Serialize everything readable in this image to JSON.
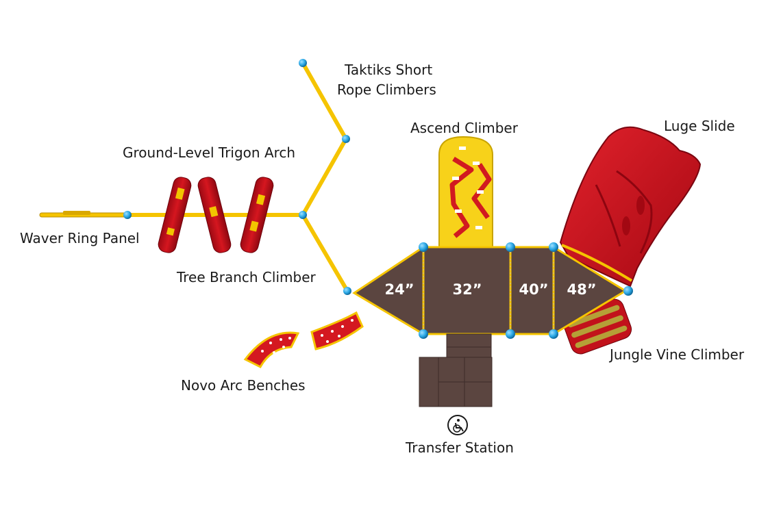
{
  "labels": {
    "taktiks_line1": "Taktiks Short",
    "taktiks_line2": "Rope Climbers",
    "ascend": "Ascend Climber",
    "luge": "Luge Slide",
    "trigon": "Ground-Level Trigon Arch",
    "waver": "Waver Ring Panel",
    "tree_branch": "Tree Branch Climber",
    "novo": "Novo Arc Benches",
    "jungle_vine": "Jungle Vine Climber",
    "transfer": "Transfer Station"
  },
  "deck_heights": [
    "24”",
    "32”",
    "40”",
    "48”"
  ],
  "colors": {
    "deck": "#5b4540",
    "post_yellow": "#f5c400",
    "post_cap": "#2aa8e6",
    "slide_red": "#c8101e",
    "climber_yellow": "#f7d21a"
  },
  "icons": {
    "accessibility": "wheelchair-icon"
  }
}
